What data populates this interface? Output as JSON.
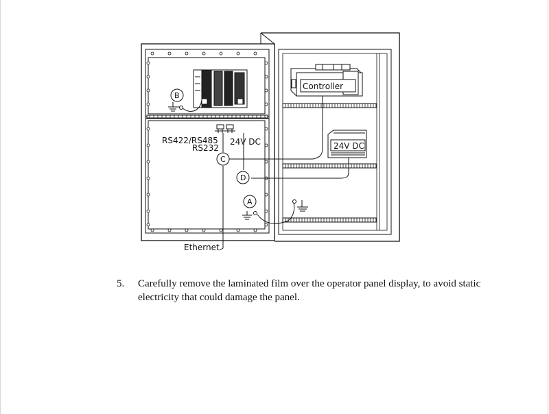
{
  "figure": {
    "labels": {
      "controller": "Controller",
      "psu": "24V DC",
      "serial_line1": "RS422/RS485",
      "serial_line2": "RS232",
      "power": "24V DC",
      "ethernet": "Ethernet"
    },
    "callouts": {
      "a": "A",
      "b": "B",
      "c": "C",
      "d": "D"
    }
  },
  "step": {
    "number": "5.",
    "text": "Carefully remove the laminated film over the operator panel display, to avoid static electricity that could damage the panel."
  }
}
